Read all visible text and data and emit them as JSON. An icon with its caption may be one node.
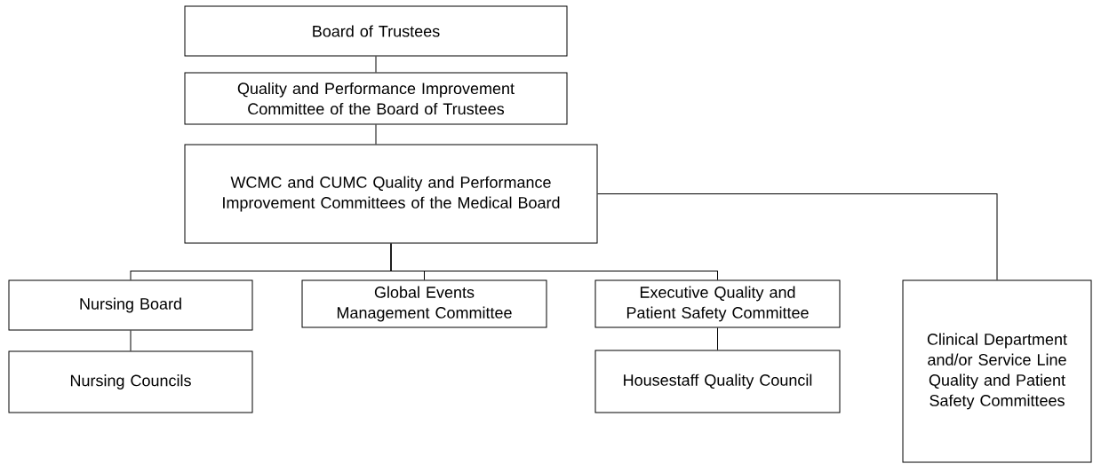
{
  "diagram": {
    "nodes": [
      {
        "text": [
          "Board of Trustees"
        ]
      },
      {
        "text": [
          "Quality and Performance Improvement Committee of the Board of Trustees"
        ]
      },
      {
        "text": [
          "WCMC and CUMC Quality and Performance Improvement Committees of the Medical Board"
        ]
      },
      {
        "text": [
          "Nursing Board"
        ]
      },
      {
        "text": [
          "Nursing Councils"
        ]
      },
      {
        "text": [
          "Global Events Management Committee"
        ]
      },
      {
        "text": [
          "Executive Quality and Patient Safety Committee"
        ]
      },
      {
        "text": [
          "Housestaff Quality Council"
        ]
      },
      {
        "text": [
          "Clinical Department and/or Service Line Quality and Patient Safety Committees"
        ]
      }
    ],
    "edges": [
      {
        "from": 0,
        "to": 1,
        "arrow": "none"
      },
      {
        "from": 1,
        "to": 2,
        "arrow": "none"
      },
      {
        "from": 2,
        "to": 3,
        "arrow": "none"
      },
      {
        "from": 2,
        "to": 5,
        "arrow": "none"
      },
      {
        "from": 2,
        "to": 6,
        "arrow": "none"
      },
      {
        "from": 2,
        "to": 8,
        "arrow": "none"
      },
      {
        "from": 3,
        "to": 4,
        "arrow": "none"
      },
      {
        "from": 6,
        "to": 7,
        "arrow": "none"
      }
    ]
  }
}
